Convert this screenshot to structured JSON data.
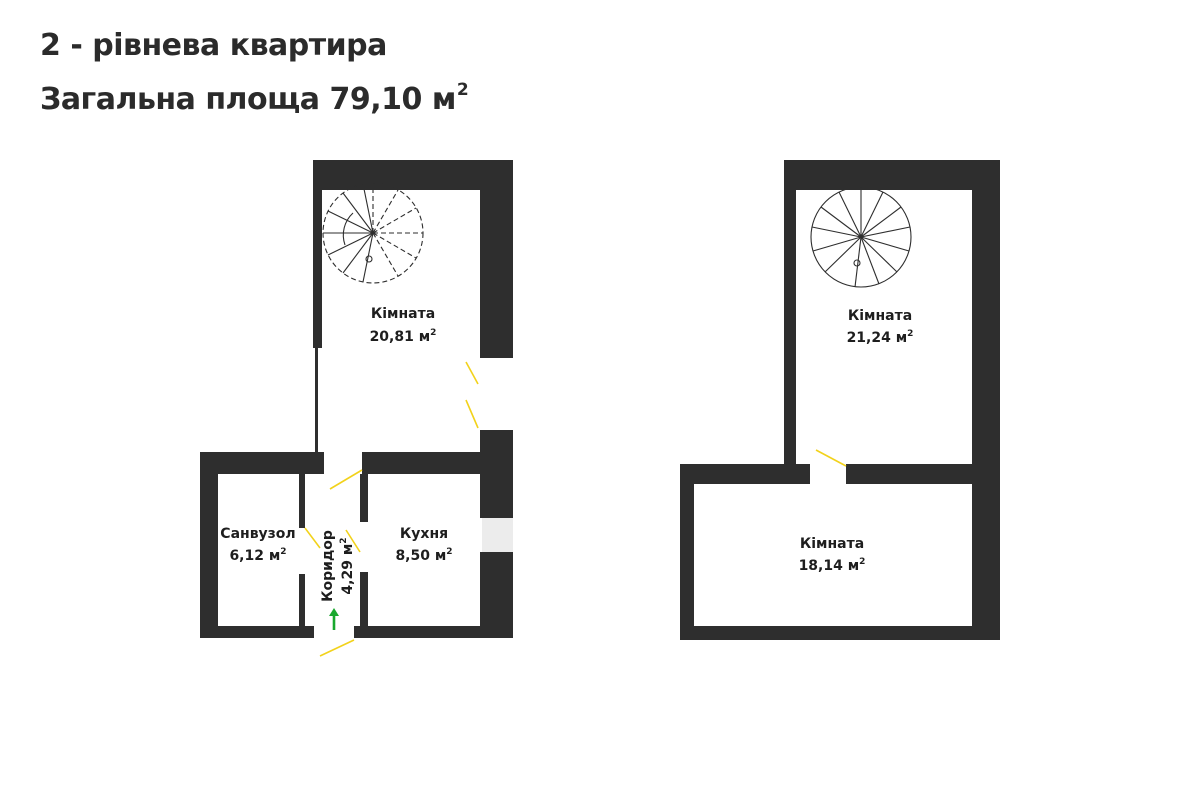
{
  "header": {
    "title": "2 - рівнева квартира",
    "area_text": "Загальна площа 79,10 м",
    "area_sup": "2"
  },
  "level_1": {
    "rooms": [
      {
        "name": "Кімната",
        "area": "20,81 м"
      },
      {
        "name": "Санвузол",
        "area": "6,12 м"
      },
      {
        "name": "Коридор",
        "area": "4,29 м"
      },
      {
        "name": "Кухня",
        "area": "8,50 м"
      }
    ]
  },
  "level_2": {
    "rooms": [
      {
        "name": "Кімната",
        "area": "21,24 м"
      },
      {
        "name": "Кімната",
        "area": "18,14 м"
      }
    ]
  },
  "unit_sup": "2",
  "colors": {
    "wall": "#2e2e2e",
    "door": "#f2d21b",
    "entrance_arrow": "#19a82e",
    "window": "#ececec"
  },
  "icons": {
    "stair": "spiral-staircase-icon",
    "entrance": "entrance-arrow-icon"
  }
}
